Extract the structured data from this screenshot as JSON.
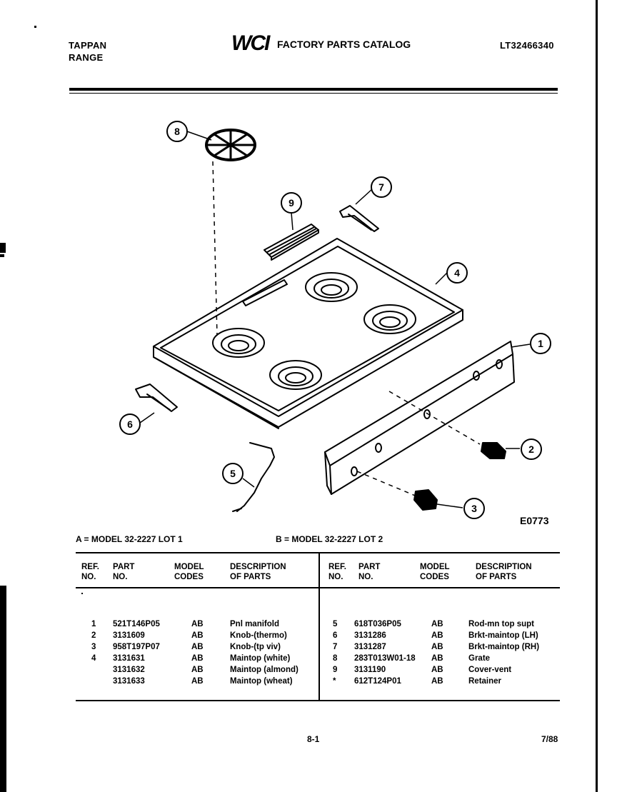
{
  "header": {
    "brand_line1": "TAPPAN",
    "brand_line2": "RANGE",
    "logo": "WCI",
    "catalog_title": "FACTORY PARTS CATALOG",
    "catalog_number": "LT32466340"
  },
  "diagram": {
    "figure_code": "E0773",
    "callouts": [
      "1",
      "2",
      "3",
      "4",
      "5",
      "6",
      "7",
      "8",
      "9"
    ]
  },
  "models": {
    "a": "A = MODEL 32-2227 LOT 1",
    "b": "B = MODEL 32-2227 LOT 2"
  },
  "table": {
    "headers": {
      "ref_1": "REF.",
      "ref_2": "NO.",
      "part_1": "PART",
      "part_2": "NO.",
      "model_1": "MODEL",
      "model_2": "CODES",
      "desc_1": "DESCRIPTION",
      "desc_2": "OF PARTS"
    },
    "left_rows": [
      {
        "ref": "1",
        "part": "521T146P05",
        "code": "AB",
        "desc": "Pnl manifold"
      },
      {
        "ref": "2",
        "part": "3131609",
        "code": "AB",
        "desc": "Knob-(thermo)"
      },
      {
        "ref": "3",
        "part": "958T197P07",
        "code": "AB",
        "desc": "Knob-(tp viv)"
      },
      {
        "ref": "4",
        "part": "3131631",
        "code": "AB",
        "desc": "Maintop (white)"
      },
      {
        "ref": "",
        "part": "3131632",
        "code": "AB",
        "desc": "Maintop (almond)"
      },
      {
        "ref": "",
        "part": "3131633",
        "code": "AB",
        "desc": "Maintop (wheat)"
      }
    ],
    "right_rows": [
      {
        "ref": "5",
        "part": "618T036P05",
        "code": "AB",
        "desc": "Rod-mn top supt"
      },
      {
        "ref": "6",
        "part": "3131286",
        "code": "AB",
        "desc": "Brkt-maintop (LH)"
      },
      {
        "ref": "7",
        "part": "3131287",
        "code": "AB",
        "desc": "Brkt-maintop (RH)"
      },
      {
        "ref": "8",
        "part": "283T013W01-18",
        "code": "AB",
        "desc": "Grate"
      },
      {
        "ref": "9",
        "part": "3131190",
        "code": "AB",
        "desc": "Cover-vent"
      },
      {
        "ref": "*",
        "part": "612T124P01",
        "code": "AB",
        "desc": "Retainer"
      }
    ]
  },
  "footer": {
    "page": "8-1",
    "date": "7/88"
  }
}
